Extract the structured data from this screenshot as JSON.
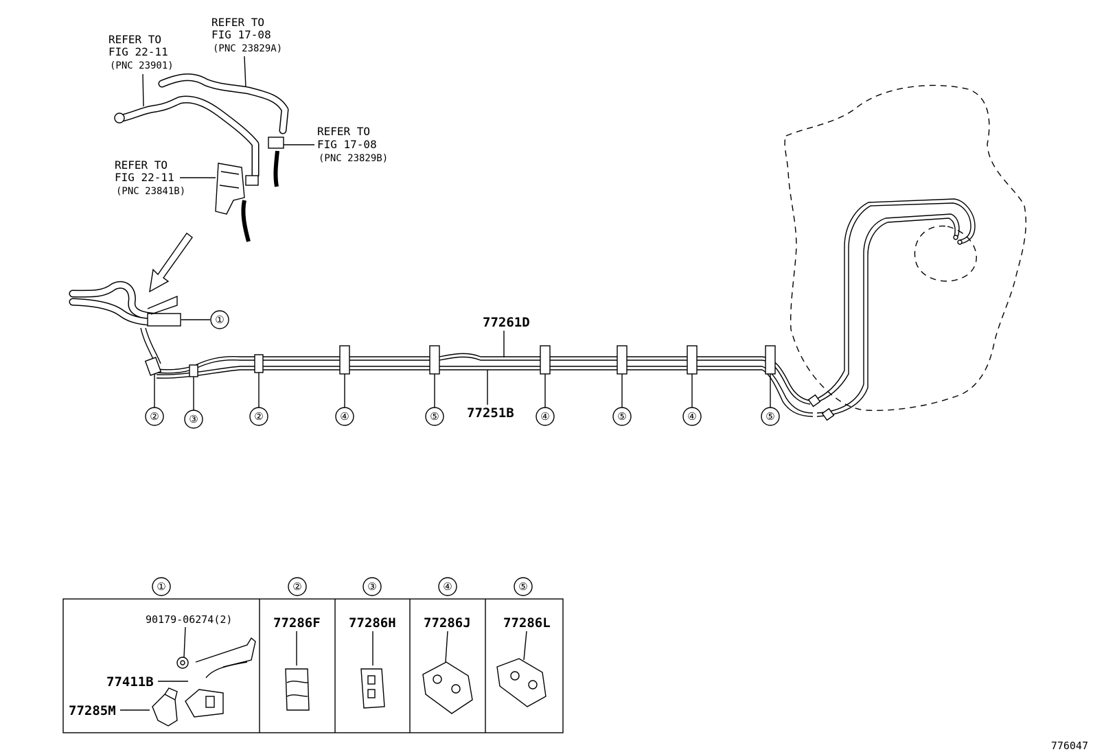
{
  "refs": [
    {
      "line1": "REFER TO",
      "line2": "FIG 17-08",
      "line3": "(PNC 23829A)"
    },
    {
      "line1": "REFER TO",
      "line2": "FIG 22-11",
      "line3": "(PNC 23901)"
    },
    {
      "line1": "REFER TO",
      "line2": "FIG 17-08",
      "line3": "(PNC 23829B)"
    },
    {
      "line1": "REFER TO",
      "line2": "FIG 22-11",
      "line3": "(PNC 23841B)"
    }
  ],
  "parts": {
    "upper_tube": "77261D",
    "lower_tube": "77251B"
  },
  "callouts": {
    "c1": "①",
    "c2": "②",
    "c3": "③",
    "c4": "④",
    "c5": "⑤"
  },
  "table": {
    "headers": [
      "①",
      "②",
      "③",
      "④",
      "⑤"
    ],
    "cell1": {
      "bolt": "90179-06274(2)",
      "bracket": "77411B",
      "clamp": "77285M"
    },
    "cell2": "77286F",
    "cell3": "77286H",
    "cell4": "77286J",
    "cell5": "77286L"
  },
  "figure_id": "776047"
}
